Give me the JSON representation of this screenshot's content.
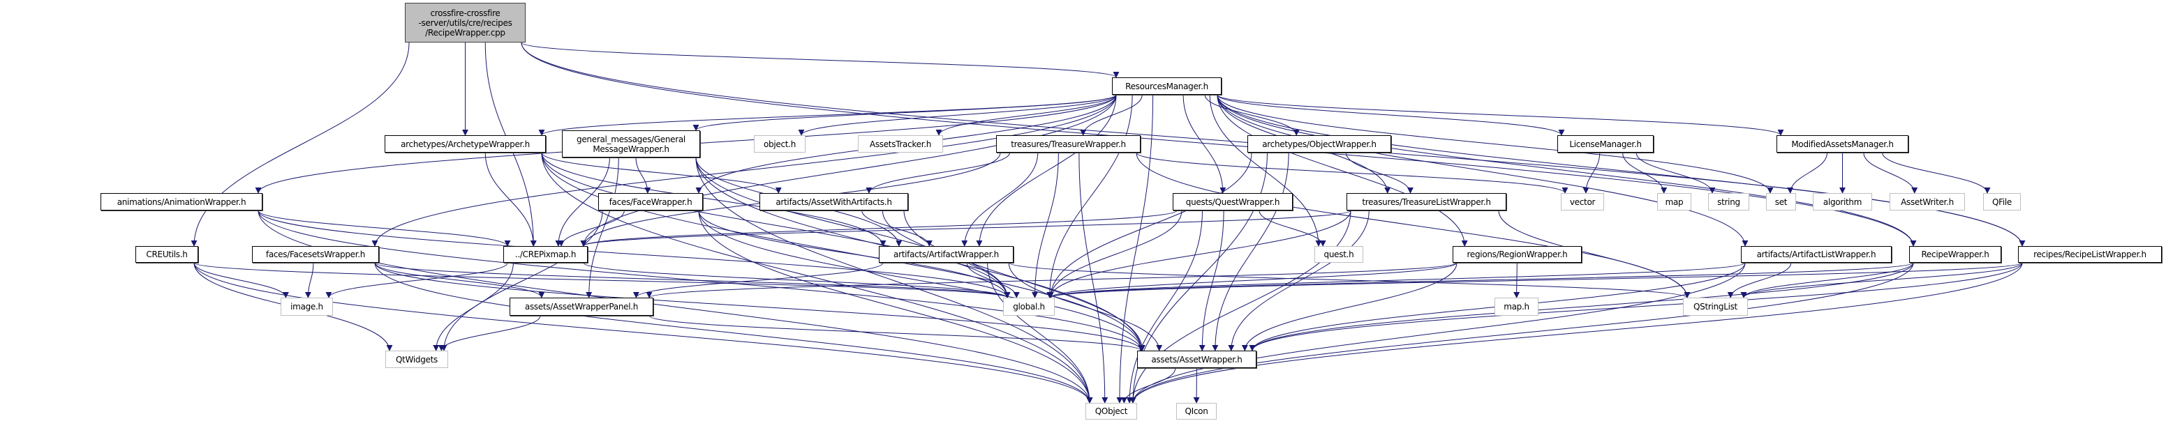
{
  "colors": {
    "edge": "#191970",
    "documented_border": "#000000",
    "external_border": "#bfbfbf",
    "root_fill": "#bfbfbf"
  },
  "nodes": [
    {
      "id": "root",
      "label": "crossfire-crossfire\n-server/utils/cre/recipes\n/RecipeWrapper.cpp",
      "kind": "root"
    },
    {
      "id": "rm",
      "label": "ResourcesManager.h",
      "kind": "documented"
    },
    {
      "id": "archw",
      "label": "archetypes/ArchetypeWrapper.h",
      "kind": "documented"
    },
    {
      "id": "gmw",
      "label": "general_messages/General\nMessageWrapper.h",
      "kind": "documented"
    },
    {
      "id": "objh",
      "label": "object.h",
      "kind": "external"
    },
    {
      "id": "at",
      "label": "AssetsTracker.h",
      "kind": "external"
    },
    {
      "id": "tw",
      "label": "treasures/TreasureWrapper.h",
      "kind": "documented"
    },
    {
      "id": "ow",
      "label": "archetypes/ObjectWrapper.h",
      "kind": "documented"
    },
    {
      "id": "lm",
      "label": "LicenseManager.h",
      "kind": "documented"
    },
    {
      "id": "mam",
      "label": "ModifiedAssetsManager.h",
      "kind": "documented"
    },
    {
      "id": "aw_anim",
      "label": "animations/AnimationWrapper.h",
      "kind": "documented"
    },
    {
      "id": "fw",
      "label": "faces/FaceWrapper.h",
      "kind": "documented"
    },
    {
      "id": "awa",
      "label": "artifacts/AssetWithArtifacts.h",
      "kind": "documented"
    },
    {
      "id": "qw",
      "label": "quests/QuestWrapper.h",
      "kind": "documented"
    },
    {
      "id": "tlw",
      "label": "treasures/TreasureListWrapper.h",
      "kind": "documented"
    },
    {
      "id": "vector",
      "label": "vector",
      "kind": "external"
    },
    {
      "id": "map",
      "label": "map",
      "kind": "external"
    },
    {
      "id": "string",
      "label": "string",
      "kind": "external"
    },
    {
      "id": "set",
      "label": "set",
      "kind": "external"
    },
    {
      "id": "algorithm",
      "label": "algorithm",
      "kind": "external"
    },
    {
      "id": "assetwriter",
      "label": "AssetWriter.h",
      "kind": "external"
    },
    {
      "id": "qfile",
      "label": "QFile",
      "kind": "external"
    },
    {
      "id": "creutils",
      "label": "CREUtils.h",
      "kind": "documented"
    },
    {
      "id": "fsw",
      "label": "faces/FacesetsWrapper.h",
      "kind": "documented"
    },
    {
      "id": "crepixmap",
      "label": "../CREPixmap.h",
      "kind": "documented"
    },
    {
      "id": "artw",
      "label": "artifacts/ArtifactWrapper.h",
      "kind": "documented"
    },
    {
      "id": "questh",
      "label": "quest.h",
      "kind": "external"
    },
    {
      "id": "rw",
      "label": "regions/RegionWrapper.h",
      "kind": "documented"
    },
    {
      "id": "alw",
      "label": "artifacts/ArtifactListWrapper.h",
      "kind": "documented"
    },
    {
      "id": "recw",
      "label": "RecipeWrapper.h",
      "kind": "documented"
    },
    {
      "id": "rlw",
      "label": "recipes/RecipeListWrapper.h",
      "kind": "documented"
    },
    {
      "id": "imageh",
      "label": "image.h",
      "kind": "external"
    },
    {
      "id": "awp",
      "label": "assets/AssetWrapperPanel.h",
      "kind": "documented"
    },
    {
      "id": "globalh",
      "label": "global.h",
      "kind": "external"
    },
    {
      "id": "maph",
      "label": "map.h",
      "kind": "external"
    },
    {
      "id": "qstringlist",
      "label": "QStringList",
      "kind": "external"
    },
    {
      "id": "qtwidgets",
      "label": "QtWidgets",
      "kind": "external"
    },
    {
      "id": "assetw",
      "label": "assets/AssetWrapper.h",
      "kind": "documented"
    },
    {
      "id": "qobject",
      "label": "QObject",
      "kind": "external"
    },
    {
      "id": "qicon",
      "label": "QIcon",
      "kind": "external"
    }
  ],
  "edges": [
    [
      "root",
      "rm"
    ],
    [
      "root",
      "archw"
    ],
    [
      "root",
      "crepixmap"
    ],
    [
      "root",
      "creutils"
    ],
    [
      "root",
      "recw"
    ],
    [
      "root",
      "rlw"
    ],
    [
      "rm",
      "archw"
    ],
    [
      "rm",
      "aw_anim"
    ],
    [
      "rm",
      "fsw"
    ],
    [
      "rm",
      "fw"
    ],
    [
      "rm",
      "gmw"
    ],
    [
      "rm",
      "objh"
    ],
    [
      "rm",
      "at"
    ],
    [
      "rm",
      "tw"
    ],
    [
      "rm",
      "artw"
    ],
    [
      "rm",
      "globalh"
    ],
    [
      "rm",
      "qw"
    ],
    [
      "rm",
      "ow"
    ],
    [
      "rm",
      "tlw"
    ],
    [
      "rm",
      "lm"
    ],
    [
      "rm",
      "mam"
    ],
    [
      "rm",
      "set"
    ],
    [
      "rm",
      "questh"
    ],
    [
      "rm",
      "rw"
    ],
    [
      "rm",
      "alw"
    ],
    [
      "rm",
      "recw"
    ],
    [
      "rm",
      "rlw"
    ],
    [
      "rm",
      "crepixmap"
    ],
    [
      "rm",
      "qobject"
    ],
    [
      "archw",
      "crepixmap"
    ],
    [
      "archw",
      "awa"
    ],
    [
      "archw",
      "globalh"
    ],
    [
      "archw",
      "assetw"
    ],
    [
      "archw",
      "qobject"
    ],
    [
      "archw",
      "artw"
    ],
    [
      "aw_anim",
      "crepixmap"
    ],
    [
      "aw_anim",
      "globalh"
    ],
    [
      "aw_anim",
      "assetw"
    ],
    [
      "aw_anim",
      "qobject"
    ],
    [
      "gmw",
      "fw"
    ],
    [
      "gmw",
      "crepixmap"
    ],
    [
      "gmw",
      "awp"
    ],
    [
      "gmw",
      "globalh"
    ],
    [
      "gmw",
      "assetw"
    ],
    [
      "gmw",
      "qobject"
    ],
    [
      "gmw",
      "artw"
    ],
    [
      "fw",
      "crepixmap"
    ],
    [
      "fw",
      "globalh"
    ],
    [
      "fw",
      "assetw"
    ],
    [
      "fw",
      "qtwidgets"
    ],
    [
      "fw",
      "qobject"
    ],
    [
      "creutils",
      "imageh"
    ],
    [
      "creutils",
      "qtwidgets"
    ],
    [
      "creutils",
      "globalh"
    ],
    [
      "creutils",
      "qobject"
    ],
    [
      "fsw",
      "imageh"
    ],
    [
      "fsw",
      "globalh"
    ],
    [
      "fsw",
      "assetw"
    ],
    [
      "fsw",
      "awp"
    ],
    [
      "fsw",
      "qobject"
    ],
    [
      "crepixmap",
      "imageh"
    ],
    [
      "crepixmap",
      "qtwidgets"
    ],
    [
      "crepixmap",
      "globalh"
    ],
    [
      "awp",
      "qtwidgets"
    ],
    [
      "awp",
      "assetw"
    ],
    [
      "tw",
      "crepixmap"
    ],
    [
      "tw",
      "awa"
    ],
    [
      "tw",
      "artw"
    ],
    [
      "tw",
      "globalh"
    ],
    [
      "tw",
      "qobject"
    ],
    [
      "tw",
      "vector"
    ],
    [
      "tw",
      "qstringlist"
    ],
    [
      "ow",
      "globalh"
    ],
    [
      "ow",
      "tlw"
    ],
    [
      "ow",
      "assetw"
    ],
    [
      "ow",
      "qobject"
    ],
    [
      "awa",
      "artw"
    ],
    [
      "awa",
      "globalh"
    ],
    [
      "awa",
      "assetw"
    ],
    [
      "artw",
      "globalh"
    ],
    [
      "artw",
      "assetw"
    ],
    [
      "artw",
      "qobject"
    ],
    [
      "artw",
      "qstringlist"
    ],
    [
      "artw",
      "awp"
    ],
    [
      "qw",
      "crepixmap"
    ],
    [
      "qw",
      "questh"
    ],
    [
      "qw",
      "globalh"
    ],
    [
      "qw",
      "assetw"
    ],
    [
      "qw",
      "qobject"
    ],
    [
      "tlw",
      "crepixmap"
    ],
    [
      "tlw",
      "globalh"
    ],
    [
      "tlw",
      "assetw"
    ],
    [
      "tlw",
      "qstringlist"
    ],
    [
      "tlw",
      "qobject"
    ],
    [
      "lm",
      "vector"
    ],
    [
      "lm",
      "map"
    ],
    [
      "lm",
      "string"
    ],
    [
      "mam",
      "set"
    ],
    [
      "mam",
      "algorithm"
    ],
    [
      "mam",
      "assetwriter"
    ],
    [
      "mam",
      "qfile"
    ],
    [
      "rw",
      "maph"
    ],
    [
      "rw",
      "globalh"
    ],
    [
      "rw",
      "assetw"
    ],
    [
      "rw",
      "awp"
    ],
    [
      "alw",
      "qstringlist"
    ],
    [
      "alw",
      "globalh"
    ],
    [
      "alw",
      "assetw"
    ],
    [
      "alw",
      "qobject"
    ],
    [
      "recw",
      "qstringlist"
    ],
    [
      "recw",
      "globalh"
    ],
    [
      "recw",
      "assetw"
    ],
    [
      "recw",
      "qobject"
    ],
    [
      "rlw",
      "qstringlist"
    ],
    [
      "rlw",
      "globalh"
    ],
    [
      "rlw",
      "assetw"
    ],
    [
      "rlw",
      "qobject"
    ],
    [
      "assetw",
      "qobject"
    ],
    [
      "assetw",
      "qicon"
    ]
  ]
}
